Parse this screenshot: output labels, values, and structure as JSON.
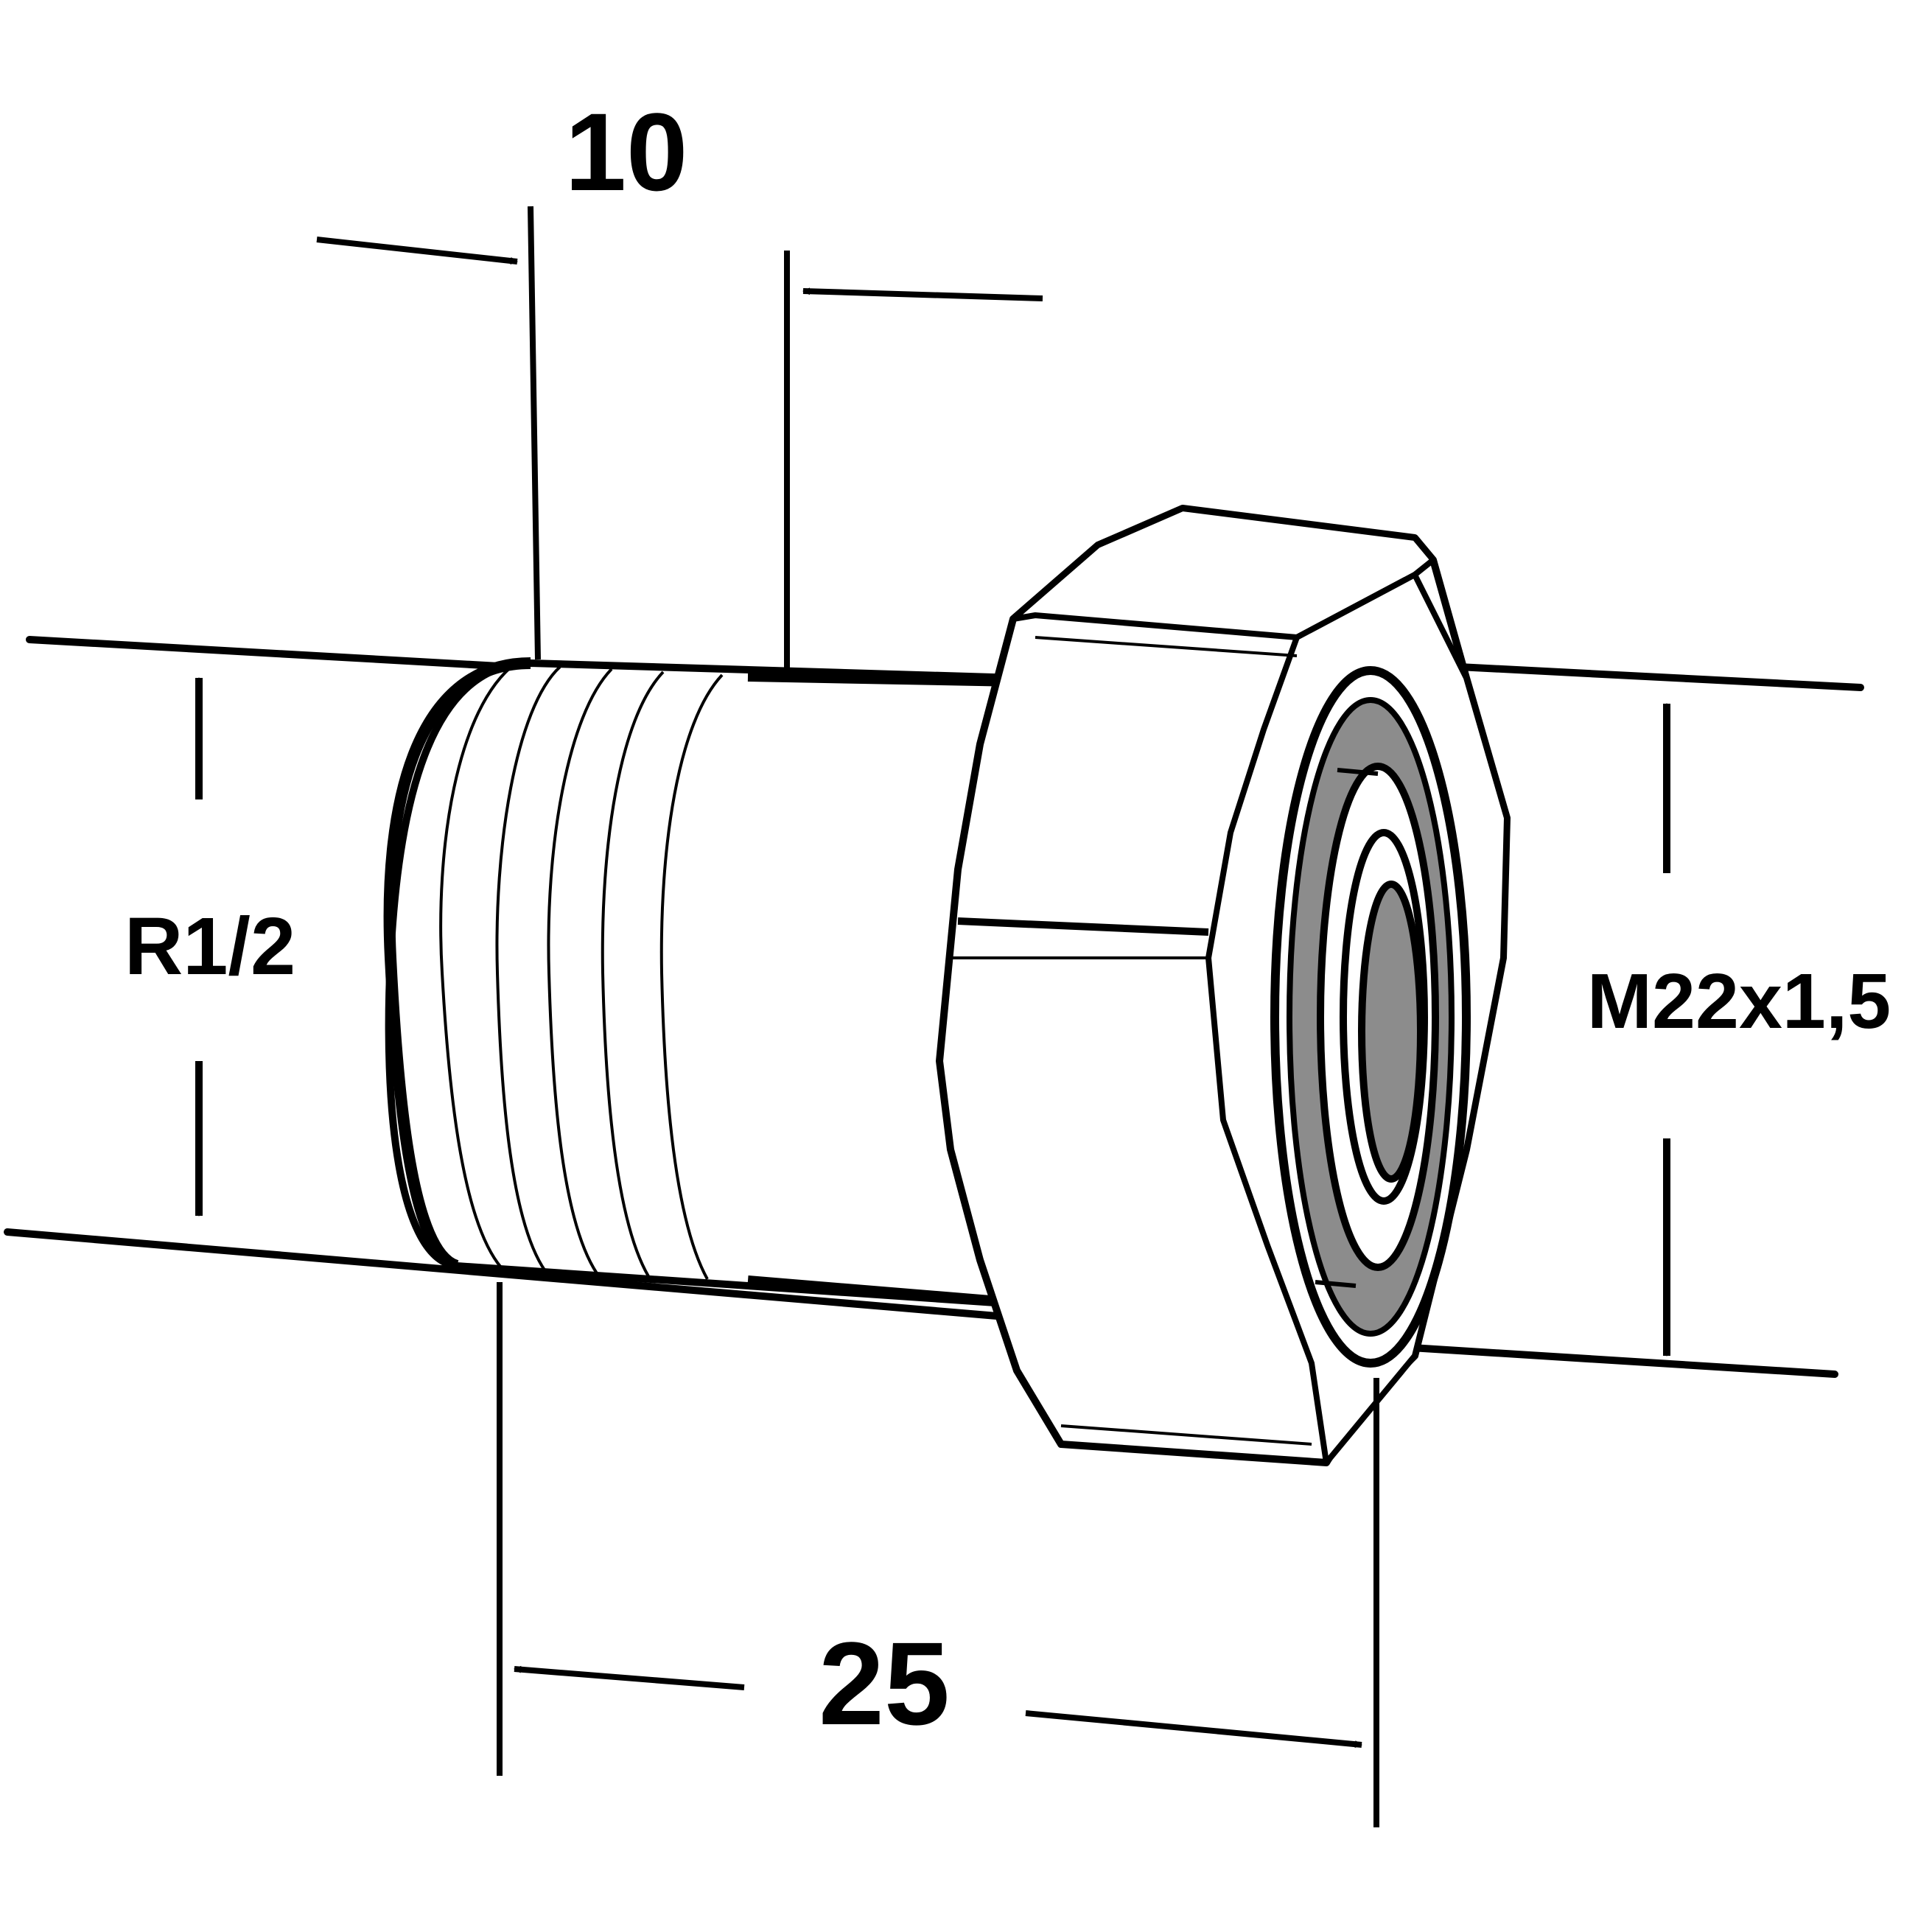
{
  "diagram": {
    "labels": {
      "top_length": "10",
      "bottom_length": "25",
      "left_thread": "R1/2",
      "right_thread": "M22x1,5"
    },
    "colors": {
      "stroke": "#000000",
      "fill": "#ffffff",
      "seal_grey": "#8c8c8c"
    }
  }
}
